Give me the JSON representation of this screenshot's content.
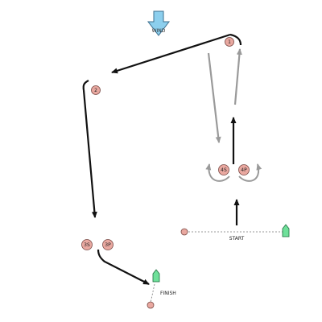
{
  "wind": {
    "label": "WIND",
    "fill": "#8ccfee",
    "stroke": "#3d6f8f"
  },
  "marks": [
    {
      "id": "1",
      "label": "1"
    },
    {
      "id": "2",
      "label": "2"
    },
    {
      "id": "4s",
      "label": "4S"
    },
    {
      "id": "4p",
      "label": "4P"
    },
    {
      "id": "3s",
      "label": "3S"
    },
    {
      "id": "3p",
      "label": "3P"
    }
  ],
  "start": {
    "label": "START"
  },
  "finish": {
    "label": "FINISH"
  },
  "colors": {
    "mark_fill": "#e9a8a0",
    "mark_stroke": "#7a4a45",
    "buoy_fill": "#6fe09a",
    "buoy_stroke": "#1d6b3e",
    "primary_leg": "#111111",
    "secondary_leg": "#9a9a9a"
  }
}
